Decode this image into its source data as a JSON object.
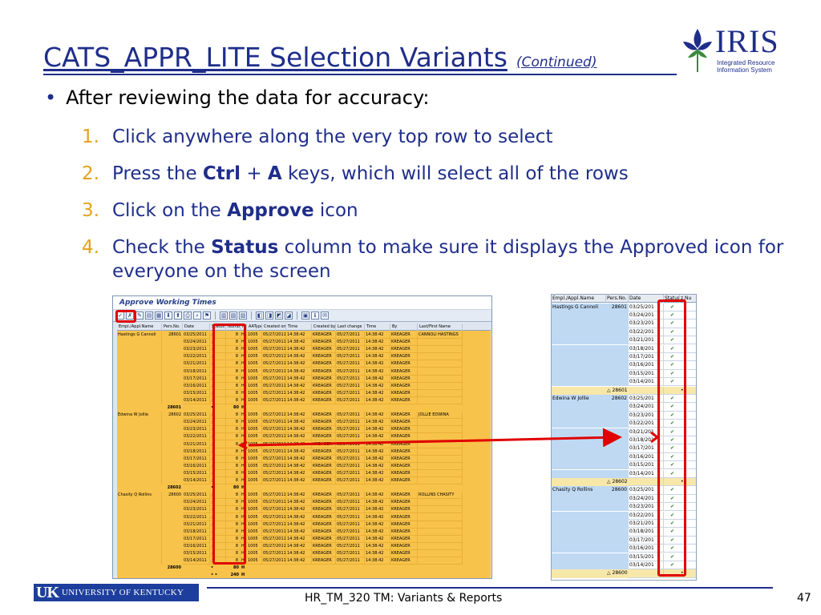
{
  "slide": {
    "title": "CATS_APPR_LITE Selection Variants",
    "title_suffix": "(Continued)",
    "bullet": "After reviewing the data for accuracy:",
    "steps": [
      {
        "num": "1.",
        "parts": [
          {
            "t": "Click anywhere along the very top row to select",
            "b": false
          }
        ]
      },
      {
        "num": "2.",
        "parts": [
          {
            "t": "Press the ",
            "b": false
          },
          {
            "t": "Ctrl",
            "b": true
          },
          {
            "t": " + ",
            "b": false
          },
          {
            "t": "A",
            "b": true
          },
          {
            "t": " keys, which will select all of the rows",
            "b": false
          }
        ]
      },
      {
        "num": "3.",
        "parts": [
          {
            "t": "Click on the ",
            "b": false
          },
          {
            "t": "Approve",
            "b": true
          },
          {
            "t": " icon",
            "b": false
          }
        ]
      },
      {
        "num": "4.",
        "parts": [
          {
            "t": "Check the ",
            "b": false
          },
          {
            "t": "Status",
            "b": true
          },
          {
            "t": " column to make sure it displays the Approved icon for everyone on the screen",
            "b": false
          }
        ]
      }
    ]
  },
  "logo": {
    "name": "IRIS",
    "line1": "Integrated Resource",
    "line2": "Information System"
  },
  "footer": {
    "university": "UNIVERSITY OF KENTUCKY",
    "uk_mark": "UK",
    "text": "HR_TM_320 TM: Variants & Reports",
    "page": "47"
  },
  "sap_screen": {
    "title": "Approve Working Times",
    "columns": [
      "Empl./Appl.Name",
      "Pers.No.",
      "Date",
      "Status",
      "Number",
      "MU",
      "AAType",
      "Created on",
      "Time",
      "Created by",
      "Last change",
      "Time",
      "By",
      "Last/First Name"
    ],
    "employees": [
      {
        "name": "Hastings G Cannoli",
        "pers": "28601",
        "last_first": "CANNOLI HASTINGS",
        "dates": [
          "03/25/2011",
          "03/24/2011",
          "03/23/2011",
          "03/22/2011",
          "03/21/2011",
          "03/18/2011",
          "03/17/2011",
          "03/16/2011",
          "03/15/2011",
          "03/14/2011"
        ]
      },
      {
        "name": "Edwina W Jollie",
        "pers": "28602",
        "last_first": "JOLLIE EDWINA",
        "dates": [
          "03/25/2011",
          "03/24/2011",
          "03/23/2011",
          "03/22/2011",
          "03/21/2011",
          "03/18/2011",
          "03/17/2011",
          "03/16/2011",
          "03/15/2011",
          "03/14/2011"
        ]
      },
      {
        "name": "Chasity Q Rollins",
        "pers": "28600",
        "last_first": "ROLLINS CHASITY",
        "dates": [
          "03/25/2011",
          "03/24/2011",
          "03/23/2011",
          "03/22/2011",
          "03/21/2011",
          "03/18/2011",
          "03/17/2011",
          "03/16/2011",
          "03/15/2011",
          "03/14/2011"
        ]
      }
    ],
    "row_values": {
      "number": "8",
      "mu": "H",
      "aatype": "1005",
      "created_on": "05/27/2011",
      "time": "14:38:42",
      "created_by": "KREAGER",
      "last_change": "05/27/2011",
      "time2": "14:38:42",
      "by": "KREAGER"
    },
    "subtotal": {
      "number": "80",
      "mu": "H",
      "mark": "•"
    },
    "grand_total": {
      "number": "240",
      "mu": "H",
      "mark": "• •"
    }
  },
  "alv_list": {
    "columns": [
      "Empl./Appl.Name",
      "Pers.No.",
      "Date",
      "Status",
      "z.Nu"
    ],
    "employees": [
      {
        "name": "Hastings G Cannoli",
        "pers": "28601",
        "dates": [
          "03/25/201",
          "03/24/201",
          "03/23/201",
          "03/22/201",
          "03/21/201",
          "03/18/201",
          "03/17/201",
          "03/16/201",
          "03/15/201",
          "03/14/201"
        ]
      },
      {
        "name": "Edwina W Jollie",
        "pers": "28602",
        "dates": [
          "03/25/201",
          "03/24/201",
          "03/23/201",
          "03/22/201",
          "03/21/201",
          "03/18/201",
          "03/17/201",
          "03/16/201",
          "03/15/201",
          "03/14/201"
        ]
      },
      {
        "name": "Chasity Q Rollins",
        "pers": "28600",
        "dates": [
          "03/25/201",
          "03/24/201",
          "03/23/201",
          "03/22/201",
          "03/21/201",
          "03/18/201",
          "03/17/201",
          "03/16/201",
          "03/15/201",
          "03/14/201"
        ]
      }
    ],
    "subtotal_mark": "•",
    "status_icon": "approved-check-icon"
  },
  "colors": {
    "title_blue": "#1f2e8a",
    "number_orange": "#e4a11b",
    "grid_yellow": "#f8c34a",
    "name_blue": "#bfd9f3",
    "annotation_red": "#e00000"
  }
}
